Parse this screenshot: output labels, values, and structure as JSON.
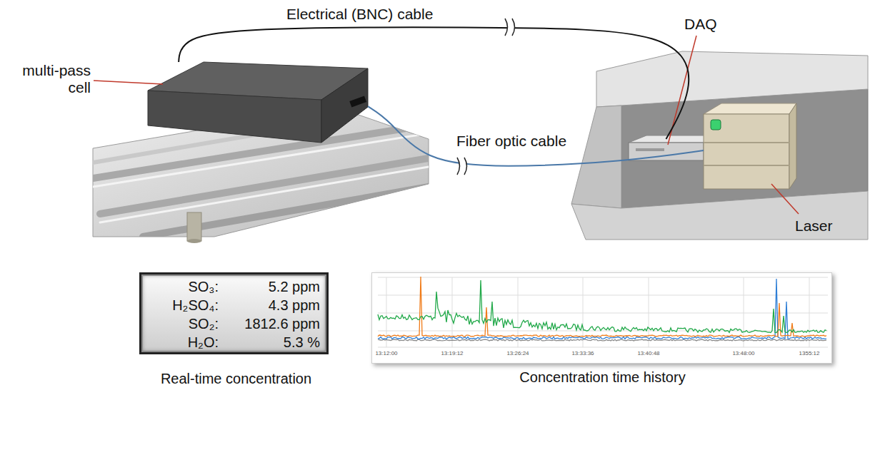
{
  "diagram": {
    "nodes": [
      {
        "text": [
          "multi-pass cell"
        ]
      },
      {
        "text": [
          "DAQ"
        ]
      },
      {
        "text": [
          "Laser"
        ]
      },
      {
        "text": [
          "SO₃:",
          "5.2 ppm",
          "H₂SO₄:",
          "4.3 ppm",
          "SO₂:",
          "1812.6 ppm",
          "H₂O:",
          "5.3 %",
          "Real-time concentration"
        ]
      },
      {
        "text": [
          "13:12:00",
          "13:19:12",
          "13:26:24",
          "13:33:36",
          "13:40:48",
          "13:48:00",
          "1355:12",
          "Concentration time history"
        ]
      }
    ],
    "edges": [
      {
        "from": 0,
        "to": 1,
        "label": "Electrical (BNC) cable",
        "arrow": "none"
      },
      {
        "from": 0,
        "to": 2,
        "label": "Fiber optic cable",
        "arrow": "none"
      }
    ]
  }
}
